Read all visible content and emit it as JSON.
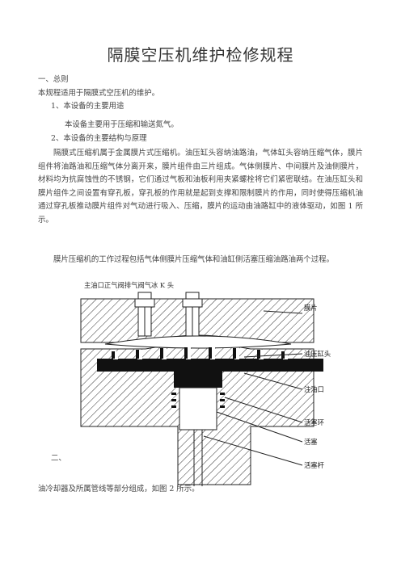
{
  "title": "隔膜空压机维护检修规程",
  "sections": {
    "s1": "一、总则",
    "s1_text": "本规程适用于隔膜式空压机的维护。",
    "s1_1": "1、本设备的主要用途",
    "s1_1_text": "本设备主要用于压缩和输送氮气。",
    "s1_2": "2、本设备的主要结构与原理",
    "para1": "隔膜式压缩机属于金属膜片式压缩机。油压缸头容纳油路油，气体缸头容纳压缩气体，膜片组件将油路油和压缩气体分离开来，膜片组件由三片组成。气体侧膜片、中间膜片及油侧膜片，材料均为抗腐蚀性的不锈钢，它们通过气板和油板利用夹紧螺栓将它们紧密联结。在油压缸头和膜片组件之间设置有穿孔板，穿孔板的作用就是起到支撑和限制膜片的作用，同时使得压缩机油通过穿孔板推动膜片组件对气动进行吸入、压缩，膜片的运动由油路缸中的液体驱动，如图 1 所示。",
    "para2": "膜片压缩机的工作过程包括气体侧膜片压缩气体和油缸侧活塞压缩油路油两个过程。",
    "s2": "二、",
    "s2_text": "油冷却器及所属管线等部分组成，如图 2 所示。"
  },
  "diagram": {
    "top_label": "主油口正气阀排气阀气冰 K 头",
    "labels": {
      "diaphragm": "膜片",
      "oil_head": "油压缸头",
      "oil_inlet": "注油口",
      "piston_ring": "活塞环",
      "piston": "活塞",
      "piston_rod": "活塞杆"
    }
  }
}
